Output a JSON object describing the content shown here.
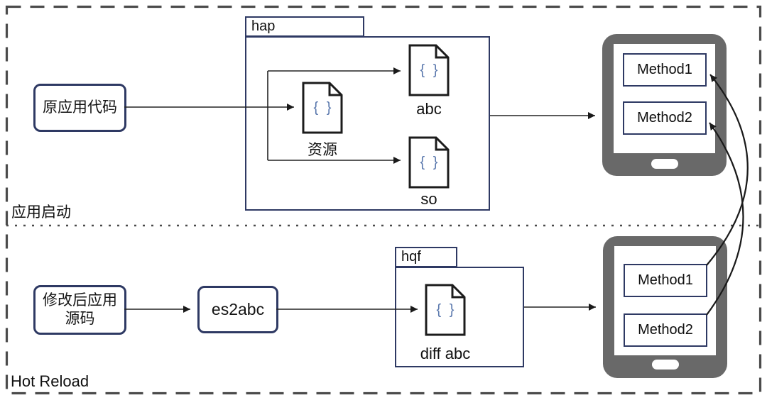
{
  "sections": [
    {
      "label": "应用启动"
    },
    {
      "label": "Hot Reload"
    }
  ],
  "startup": {
    "source_label": "原应用代码",
    "folder_name": "hap",
    "files": [
      {
        "glyph": "{ }",
        "label": "资源"
      },
      {
        "glyph": "{ }",
        "label": "abc"
      },
      {
        "glyph": "{ }",
        "label": "so"
      }
    ],
    "device_methods": [
      {
        "label": "Method1"
      },
      {
        "label": "Method2"
      }
    ]
  },
  "hot_reload": {
    "source_lines": [
      "修改后应用",
      "源码"
    ],
    "compiler_label": "es2abc",
    "folder_name": "hqf",
    "files": [
      {
        "glyph": "{ }",
        "label": "diff abc"
      }
    ],
    "device_methods": [
      {
        "label": "Method1"
      },
      {
        "label": "Method2"
      }
    ]
  },
  "colors": {
    "box_border": "#2e3963",
    "doc_border": "#1c1c1c",
    "brace": "#5a78ad",
    "tablet_gray": "#696969",
    "connector": "#222222",
    "frame_dash": "#4b4b4b"
  }
}
